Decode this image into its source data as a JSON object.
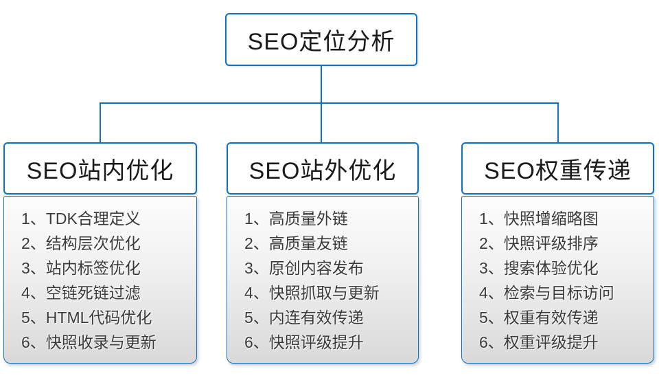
{
  "diagram": {
    "title": "SEO定位分析",
    "root": {
      "label": "SEO定位分析"
    },
    "branches": [
      {
        "label": "SEO站内优化",
        "items": [
          "1、TDK合理定义",
          "2、结构层次优化",
          "3、站内标签优化",
          "4、空链死链过滤",
          "5、HTML代码优化",
          "6、快照收录与更新"
        ]
      },
      {
        "label": "SEO站外优化",
        "items": [
          "1、高质量外链",
          "2、高质量友链",
          "3、原创内容发布",
          "4、快照抓取与更新",
          "5、内连有效传递",
          "6、快照评级提升"
        ]
      },
      {
        "label": "SEO权重传递",
        "items": [
          "1、快照增缩略图",
          "2、快照评级排序",
          "3、搜索体验优化",
          "4、检索与目标访问",
          "5、权重有效传递",
          "6、权重评级提升"
        ]
      }
    ],
    "colors": {
      "accent_blue": "#1070C0",
      "panel_gradient_top": "#FDFDFD",
      "panel_gradient_bottom": "#D9D9D9",
      "node_background": "#FFFFFF",
      "item_text": "#3A3A3A",
      "node_text": "#1A1A1A"
    }
  }
}
